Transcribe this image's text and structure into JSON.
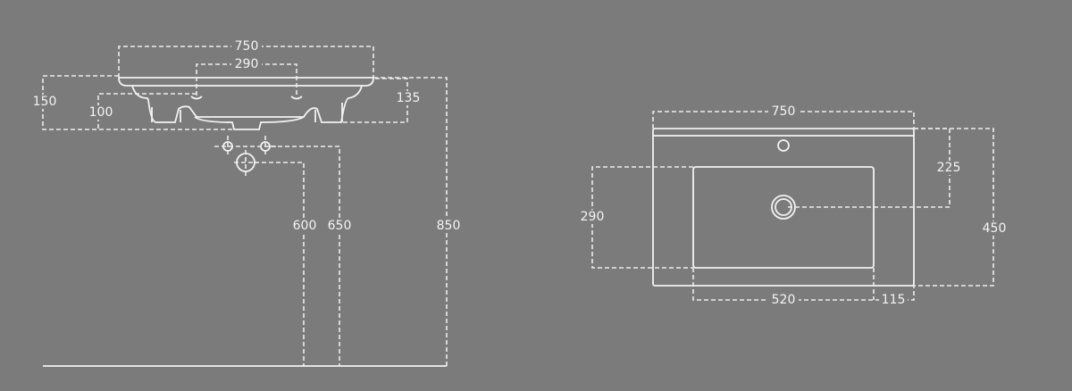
{
  "side_view": {
    "width_label": "750",
    "tap_spacing_label": "290",
    "height_label": "150",
    "tap_height_label": "100",
    "depth_label": "135",
    "drain_height_label": "600",
    "supply_height_label": "650",
    "total_height_label": "850"
  },
  "top_view": {
    "width_label": "750",
    "drain_offset_label": "225",
    "depth_label": "450",
    "basin_depth_label": "290",
    "basin_width_label": "520",
    "side_offset_label": "115"
  }
}
